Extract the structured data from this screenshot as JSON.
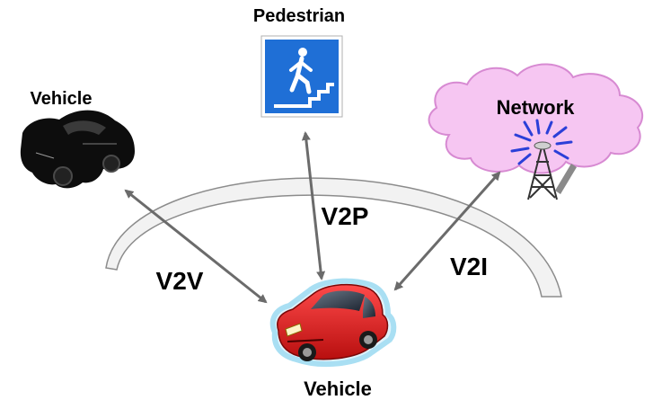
{
  "nodes": {
    "pedestrian": {
      "label": "Pedestrian",
      "icon": "pedestrian-crossing-sign-icon"
    },
    "vehicle_remote": {
      "label": "Vehicle",
      "icon": "black-car-icon"
    },
    "network": {
      "label": "Network",
      "icon": "cloud-with-cell-tower-icon"
    },
    "vehicle_center": {
      "label": "Vehicle",
      "icon": "red-car-icon"
    }
  },
  "links": {
    "v2v": "V2V",
    "v2p": "V2P",
    "v2i": "V2I"
  },
  "colors": {
    "sign_blue": "#1f6fd6",
    "cloud_fill": "#f6c6f2",
    "cloud_stroke": "#d78ad2",
    "car_red": "#e01b1b",
    "arrow_gray": "#6b6b6b",
    "arc_fill": "#f2f2f2",
    "arc_stroke": "#8c8c8c"
  }
}
